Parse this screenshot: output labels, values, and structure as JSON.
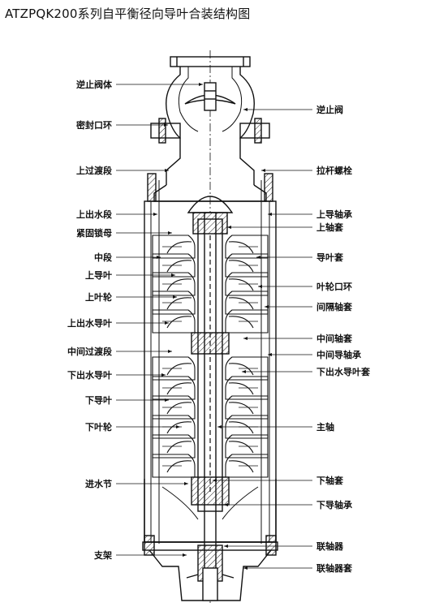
{
  "title": "ATZPQK200系列自平衡径向导叶合装结构图",
  "left_labels": [
    "逆止阀体",
    "密封口环",
    "上过渡段",
    "上出水段",
    "紧固锁母",
    "中段",
    "上导叶",
    "上叶轮",
    "上出水导叶",
    "中间过渡段",
    "下出水导叶",
    "下导叶",
    "下叶轮",
    "进水节",
    "支架"
  ],
  "right_labels": [
    "逆止阀",
    "拉杆螺栓",
    "上导轴承",
    "上轴套",
    "导叶套",
    "叶轮口环",
    "间隔轴套",
    "中间轴套",
    "中间导轴承",
    "下出水导叶套",
    "主轴",
    "下轴套",
    "下导轴承",
    "联轴器",
    "联轴器套"
  ]
}
